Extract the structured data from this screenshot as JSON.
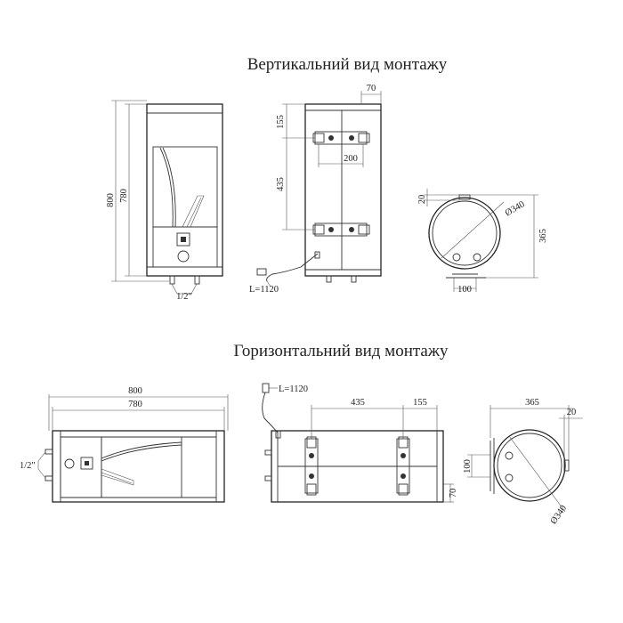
{
  "titles": {
    "vertical": "Вертикальний вид монтажу",
    "horizontal": "Горизонтальний вид монтажу"
  },
  "vertical": {
    "front": {
      "height_total": "800",
      "height_body": "780",
      "pipe": "1/2\""
    },
    "side": {
      "top": "70",
      "spacing_top": "155",
      "bracket_width": "200",
      "spacing": "435",
      "cable": "L=1120"
    },
    "top_view": {
      "offset": "20",
      "diameter": "Ø340",
      "depth": "365",
      "base": "100"
    }
  },
  "horizontal": {
    "front": {
      "width_total": "800",
      "width_body": "780",
      "pipe": "1/2\""
    },
    "side": {
      "cable": "L=1120",
      "spacing": "435",
      "spacing_end": "155",
      "bottom": "70"
    },
    "end_view": {
      "depth": "365",
      "offset": "20",
      "base": "100",
      "diameter": "Ø340"
    }
  }
}
